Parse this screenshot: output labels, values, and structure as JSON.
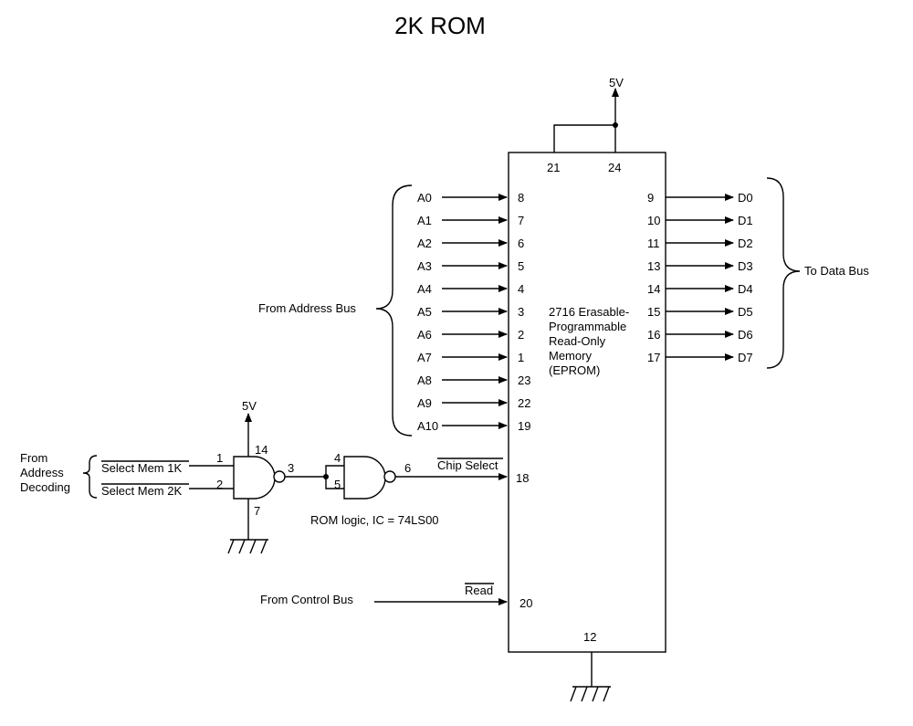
{
  "title": "2K ROM",
  "supply": {
    "chip_label": "5V",
    "gate_label": "5V"
  },
  "chip": {
    "description_lines": [
      "2716 Erasable-",
      "Programmable",
      "Read-Only",
      "Memory",
      "(EPROM)"
    ],
    "vcc_pins": [
      "21",
      "24"
    ],
    "ground_pin": "12",
    "chip_select_label": "Chip Select",
    "chip_select_pin": "18",
    "read_label": "Read",
    "read_pin": "20"
  },
  "address_bus": {
    "label": "From Address Bus",
    "lines": [
      {
        "name": "A0",
        "pin": "8"
      },
      {
        "name": "A1",
        "pin": "7"
      },
      {
        "name": "A2",
        "pin": "6"
      },
      {
        "name": "A3",
        "pin": "5"
      },
      {
        "name": "A4",
        "pin": "4"
      },
      {
        "name": "A5",
        "pin": "3"
      },
      {
        "name": "A6",
        "pin": "2"
      },
      {
        "name": "A7",
        "pin": "1"
      },
      {
        "name": "A8",
        "pin": "23"
      },
      {
        "name": "A9",
        "pin": "22"
      },
      {
        "name": "A10",
        "pin": "19"
      }
    ]
  },
  "data_bus": {
    "label": "To Data Bus",
    "lines": [
      {
        "name": "D0",
        "pin": "9"
      },
      {
        "name": "D1",
        "pin": "10"
      },
      {
        "name": "D2",
        "pin": "11"
      },
      {
        "name": "D3",
        "pin": "13"
      },
      {
        "name": "D4",
        "pin": "14"
      },
      {
        "name": "D5",
        "pin": "15"
      },
      {
        "name": "D6",
        "pin": "16"
      },
      {
        "name": "D7",
        "pin": "17"
      }
    ]
  },
  "address_decoding": {
    "label_lines": [
      "From",
      "Address",
      "Decoding"
    ],
    "select_1k": "Select Mem 1K",
    "select_2k": "Select Mem 2K"
  },
  "logic": {
    "caption": "ROM logic, IC = 74LS00",
    "gate1_pins": {
      "in_a": "1",
      "in_b": "2",
      "out": "3",
      "vcc": "14",
      "gnd": "7"
    },
    "gate2_pins": {
      "in_a": "4",
      "in_b": "5",
      "out": "6"
    }
  },
  "control_bus": {
    "label": "From Control Bus"
  }
}
